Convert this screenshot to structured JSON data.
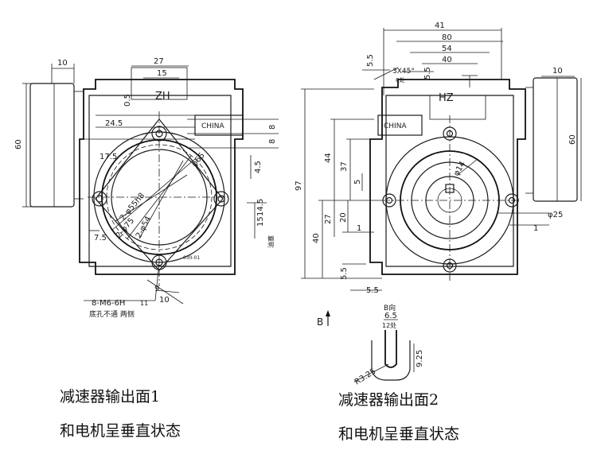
{
  "view1": {
    "dims": {
      "d10": "10",
      "d27": "27",
      "d15": "15",
      "d05": "0.5",
      "d245": "24.5",
      "d175": "17.5",
      "d60": "60",
      "d8a": "8",
      "d8b": "8",
      "d45": "4.5",
      "d15b": "15",
      "d145": "14.5",
      "d75": "7.5",
      "d9": "9",
      "d10b": "10",
      "phi65": "φ65",
      "phi55": "2-φ55h8",
      "phi75": "2-φ75",
      "phi54": "2-φ54"
    },
    "zh_label": "ZH",
    "brand": "CHINA",
    "side_mark": "油塞",
    "code": "030-01",
    "thread": "8-M6-6H",
    "depth": "11",
    "note": "底孔不通  两侧"
  },
  "view2": {
    "dims": {
      "d41": "41",
      "d80": "80",
      "d54": "54",
      "d40": "40",
      "d55a": "5.5",
      "d55b": "5.5",
      "d10": "10",
      "d60": "60",
      "d97": "97",
      "d44": "44",
      "d37": "37",
      "d5": "5",
      "d27": "27",
      "d20": "20",
      "d40b": "40",
      "d1": "1",
      "d1b": "1",
      "d55c": "5.5",
      "d55d": "5.5",
      "phi14": "φ14",
      "phi25": "φ25"
    },
    "chamfer": "3X45°",
    "chamfer_sub": "8处",
    "hz_label": "HZ",
    "brand": "CHINA",
    "b_view": "B",
    "b_dir_label": "B向",
    "slot_width": "6.5",
    "slot_count": "12处",
    "slot_r": "R3.25",
    "slot_depth": "9.25"
  },
  "captions": {
    "face1_line1": "减速器输出面1",
    "face1_line2": "和电机呈垂直状态",
    "face2_line1": "减速器输出面2",
    "face2_line2": "和电机呈垂直状态"
  }
}
